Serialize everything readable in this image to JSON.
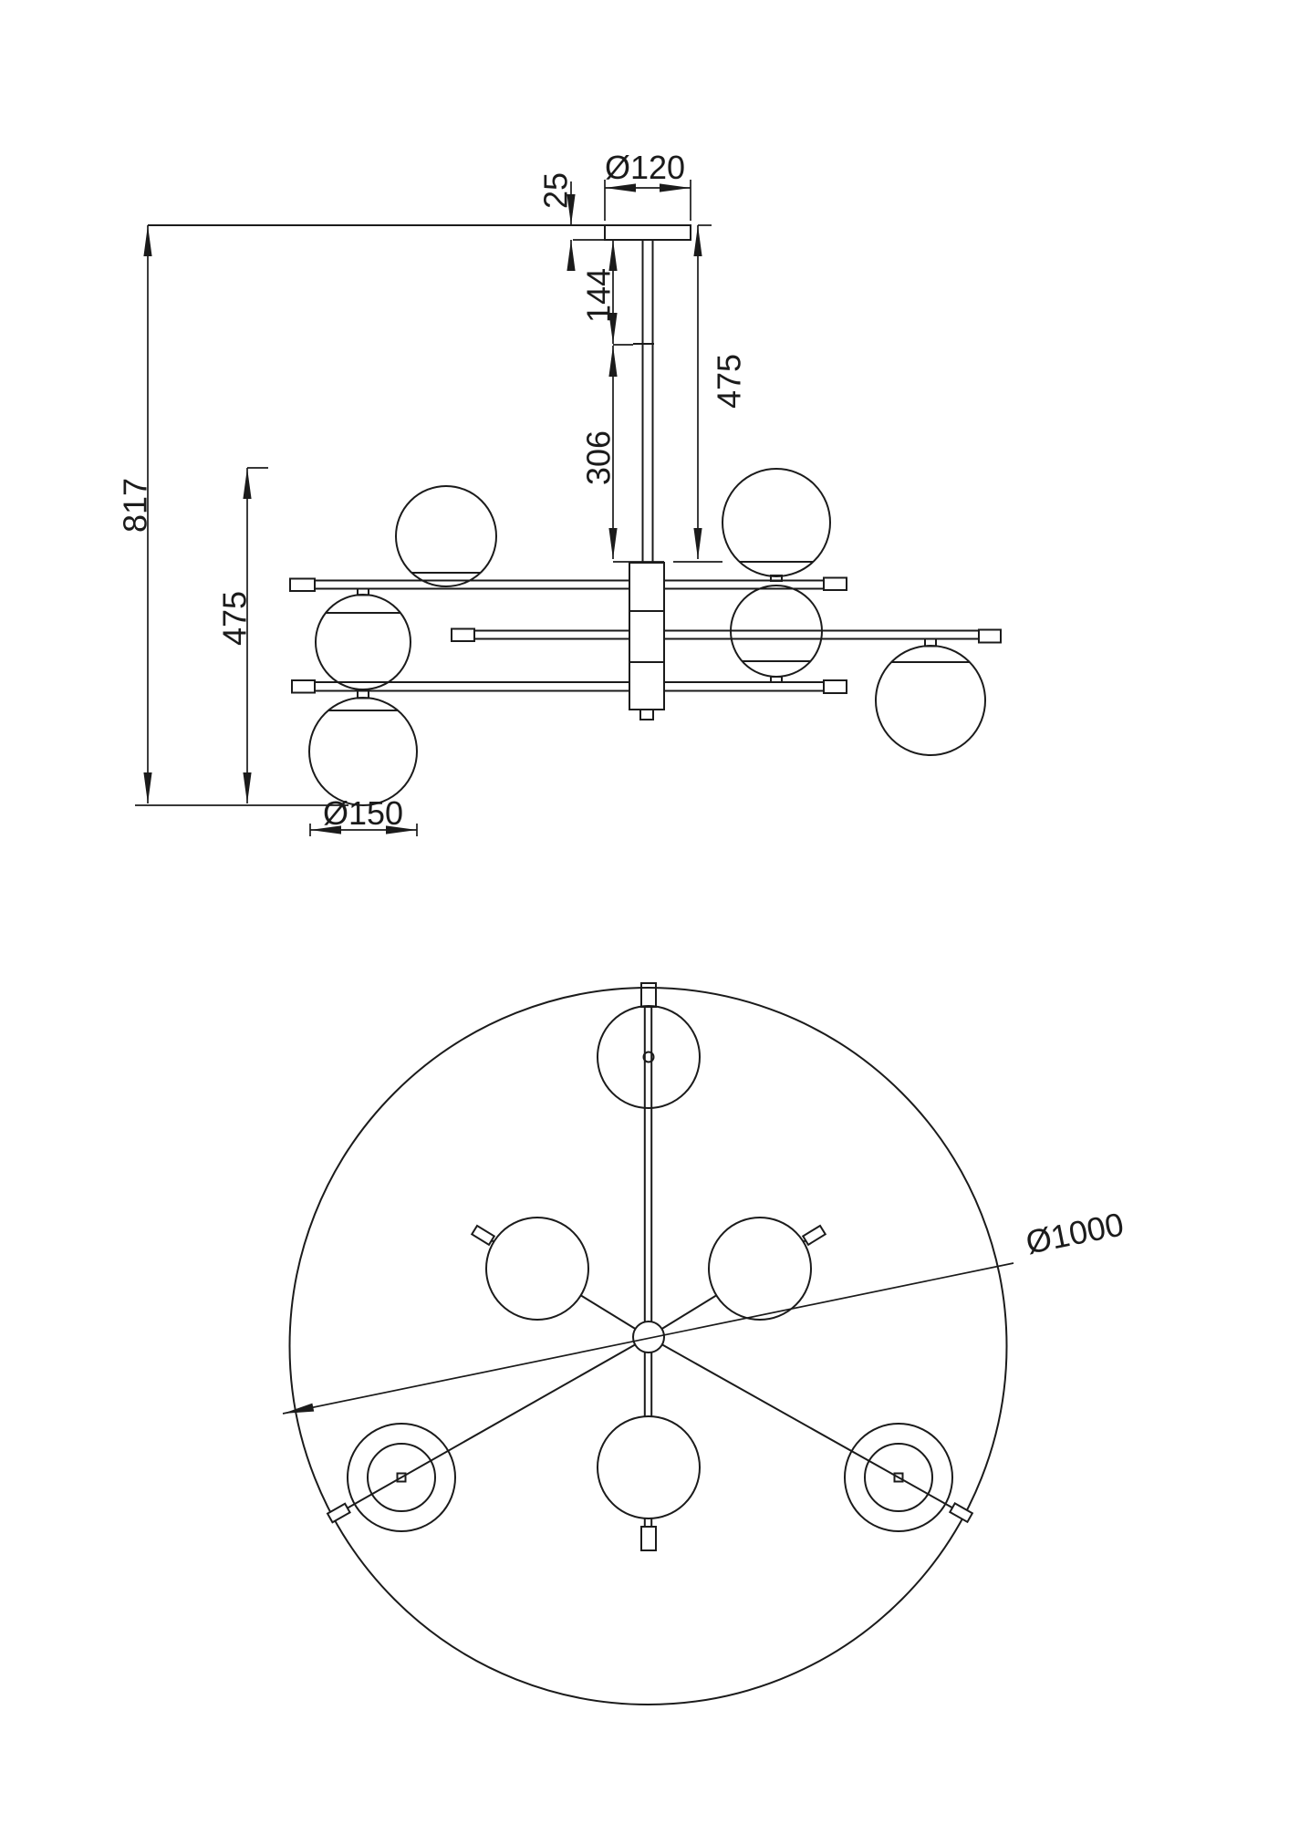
{
  "drawing": {
    "background": "#ffffff",
    "line_color": "#1b1b1b",
    "side_view": {
      "dim_overall_height": "817",
      "dim_body_height": "475",
      "dim_suspension_height": "475",
      "dim_canopy_thickness": "25",
      "dim_canopy_diameter": "Ø120",
      "dim_rod_upper_segment": "144",
      "dim_rod_lower_segment": "306",
      "dim_shade_diameter": "Ø150"
    },
    "top_view": {
      "dim_fixture_diameter": "Ø1000"
    }
  }
}
